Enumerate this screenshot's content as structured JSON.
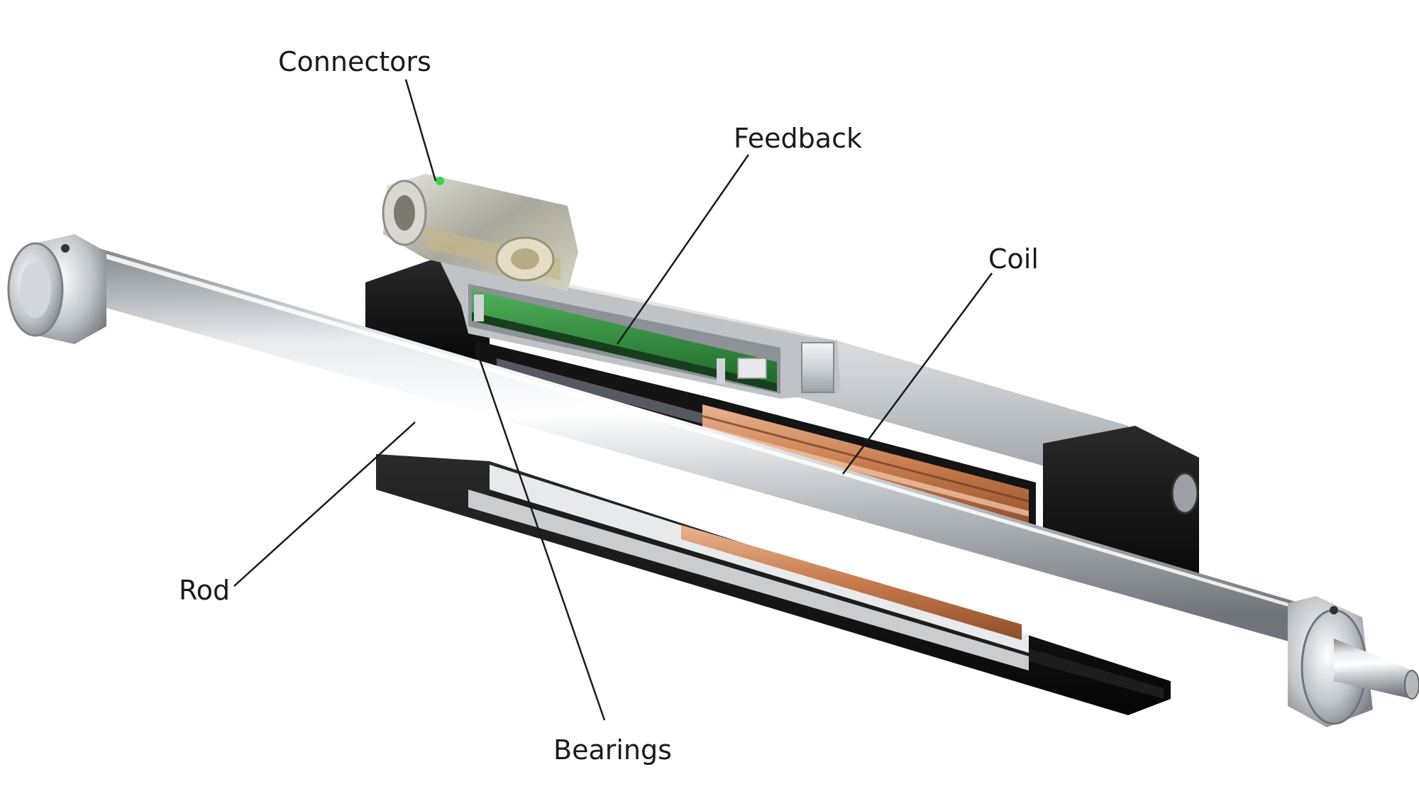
{
  "labels": {
    "connectors": "Connectors",
    "feedback": "Feedback",
    "coil": "Coil",
    "rod": "Rod",
    "bearings": "Bearings"
  },
  "colors": {
    "background": "#ffffff",
    "aluminum": "#c8ccd0",
    "housing_black": "#0f0f0f",
    "pcb_green": "#2f8a3c",
    "copper": "#c77a4c",
    "leader_line": "#1a1a1a"
  }
}
